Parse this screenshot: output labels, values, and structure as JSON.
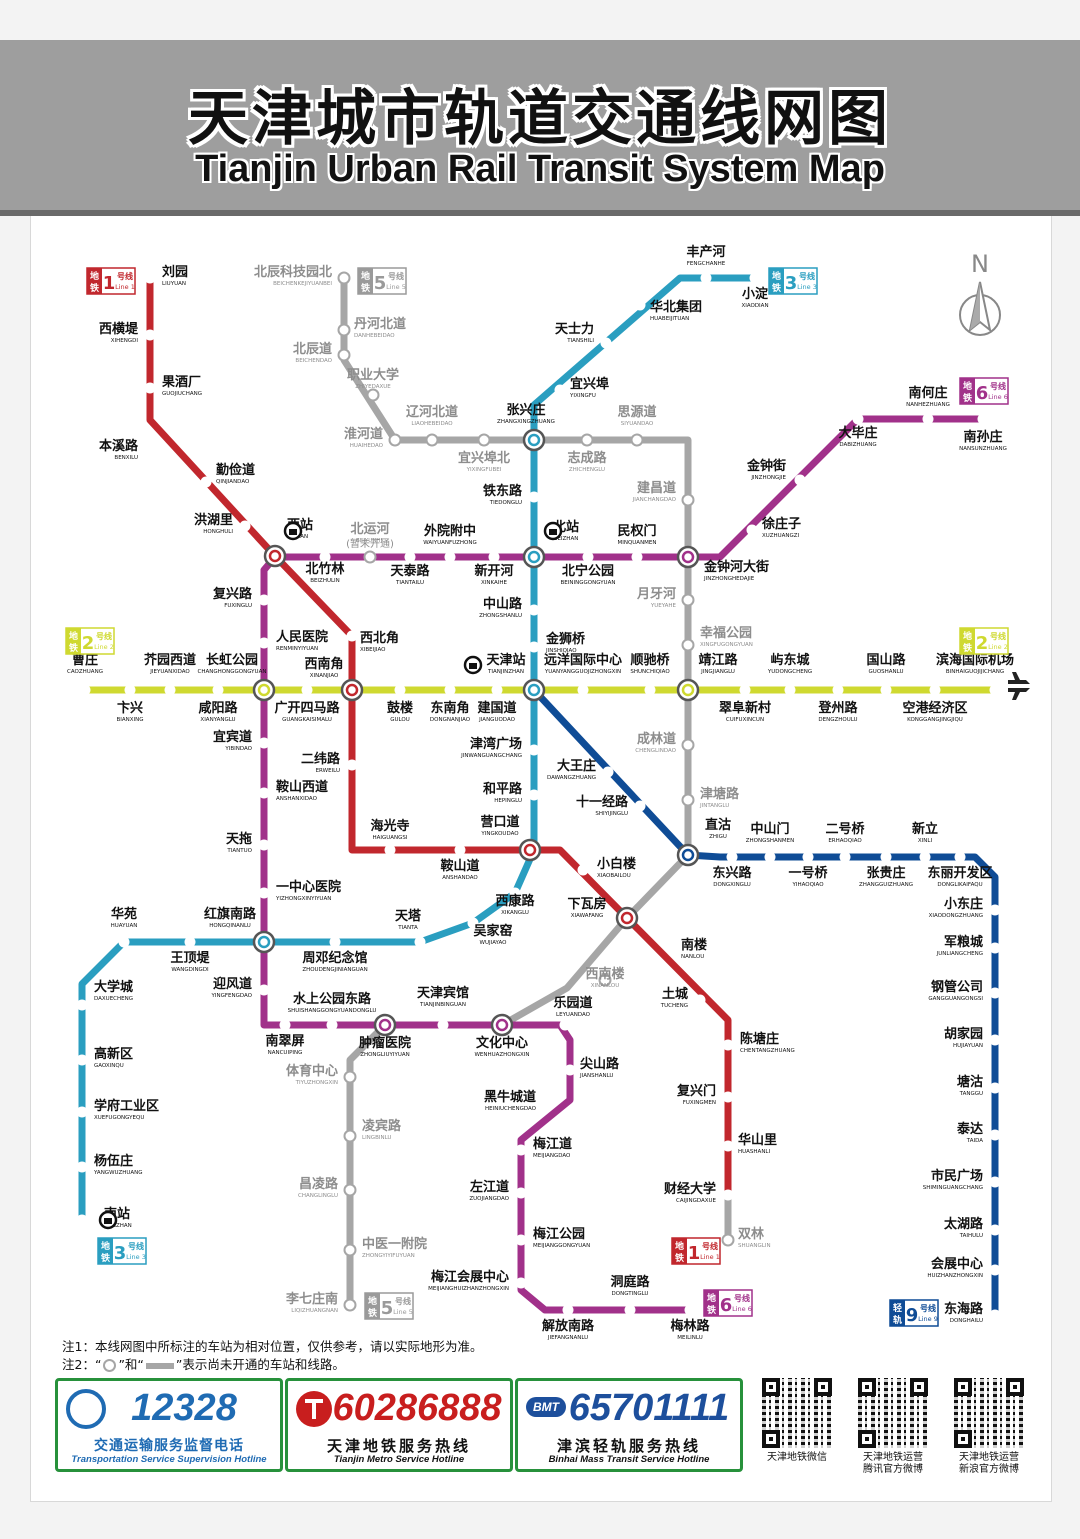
{
  "header": {
    "title_cn": "天津城市轨道交通线网图",
    "title_en": "Tianjin Urban Rail Transit System Map"
  },
  "compass": "N",
  "colors": {
    "line1": "#c1272d",
    "line2": "#cfd930",
    "line3": "#2a9ec0",
    "line5": "#9a9a9a",
    "line6": "#a1318a",
    "line9": "#0f4c96",
    "planned": "#a6a6a6"
  },
  "line_badges": [
    {
      "id": "l1-top",
      "num": "1",
      "cn_a": "地",
      "cn_b": "铁",
      "cn_c": "号线",
      "en": "Line 1",
      "color": "#c1272d"
    },
    {
      "id": "l5-top",
      "num": "5",
      "cn_a": "地",
      "cn_b": "铁",
      "cn_c": "号线",
      "en": "Line 5",
      "color": "#9a9a9a"
    },
    {
      "id": "l3-top",
      "num": "3",
      "cn_a": "地",
      "cn_b": "铁",
      "cn_c": "号线",
      "en": "Line 3",
      "color": "#2a9ec0"
    },
    {
      "id": "l6-top",
      "num": "6",
      "cn_a": "地",
      "cn_b": "铁",
      "cn_c": "号线",
      "en": "Line 6",
      "color": "#a1318a"
    },
    {
      "id": "l2-left",
      "num": "2",
      "cn_a": "地",
      "cn_b": "铁",
      "cn_c": "号线",
      "en": "Line 2",
      "color": "#cfd930"
    },
    {
      "id": "l2-right",
      "num": "2",
      "cn_a": "地",
      "cn_b": "铁",
      "cn_c": "号线",
      "en": "Line 2",
      "color": "#cfd930"
    },
    {
      "id": "l3-bottom",
      "num": "3",
      "cn_a": "地",
      "cn_b": "铁",
      "cn_c": "号线",
      "en": "Line 3",
      "color": "#2a9ec0"
    },
    {
      "id": "l5-bottom",
      "num": "5",
      "cn_a": "地",
      "cn_b": "铁",
      "cn_c": "号线",
      "en": "Line 5",
      "color": "#9a9a9a"
    },
    {
      "id": "l1-bottom",
      "num": "1",
      "cn_a": "地",
      "cn_b": "铁",
      "cn_c": "号线",
      "en": "Line 1",
      "color": "#c1272d"
    },
    {
      "id": "l6-bottom",
      "num": "6",
      "cn_a": "地",
      "cn_b": "铁",
      "cn_c": "号线",
      "en": "Line 6",
      "color": "#a1318a"
    },
    {
      "id": "l9-bottom",
      "num": "9",
      "cn_a": "轻",
      "cn_b": "轨",
      "cn_c": "号线",
      "en": "Line 9",
      "color": "#0f4c96"
    }
  ],
  "stations": [
    {
      "cn": "刘园",
      "en": "LIUYUAN"
    },
    {
      "cn": "西横堤",
      "en": "XIHENGDI"
    },
    {
      "cn": "果酒厂",
      "en": "GUOJIUCHANG"
    },
    {
      "cn": "本溪路",
      "en": "BENXILU"
    },
    {
      "cn": "勤俭道",
      "en": "QINJIANDAO"
    },
    {
      "cn": "洪湖里",
      "en": "HONGHULI"
    },
    {
      "cn": "西站",
      "en": "XIZHAN"
    },
    {
      "cn": "北竹林",
      "en": "BEIZHULIN"
    },
    {
      "cn": "西北角",
      "en": "XIBEIJIAO"
    },
    {
      "cn": "西南角",
      "en": "XINANJIAO"
    },
    {
      "cn": "二纬路",
      "en": "ERWEILU"
    },
    {
      "cn": "海光寺",
      "en": "HAIGUANGSI"
    },
    {
      "cn": "鞍山道",
      "en": "ANSHANDAO"
    },
    {
      "cn": "营口道",
      "en": "YINGKOUDAO"
    },
    {
      "cn": "小白楼",
      "en": "XIAOBAILOU"
    },
    {
      "cn": "下瓦房",
      "en": "XIAWAFANG"
    },
    {
      "cn": "南楼",
      "en": "NANLOU"
    },
    {
      "cn": "土城",
      "en": "TUCHENG"
    },
    {
      "cn": "陈塘庄",
      "en": "CHENTANGZHUANG"
    },
    {
      "cn": "复兴门",
      "en": "FUXINGMEN"
    },
    {
      "cn": "华山里",
      "en": "HUASHANLI"
    },
    {
      "cn": "财经大学",
      "en": "CAIJINGDAXUE"
    },
    {
      "cn": "双林",
      "en": "SHUANGLIN"
    },
    {
      "cn": "曹庄",
      "en": "CAOZHUANG"
    },
    {
      "cn": "卞兴",
      "en": "BIANXING"
    },
    {
      "cn": "芥园西道",
      "en": "JIEYUANXIDAO"
    },
    {
      "cn": "咸阳路",
      "en": "XIANYANGLU"
    },
    {
      "cn": "长虹公园",
      "en": "CHANGHONGGONGYUAN"
    },
    {
      "cn": "广开四马路",
      "en": "GUANGKAISIMALU"
    },
    {
      "cn": "鼓楼",
      "en": "GULOU"
    },
    {
      "cn": "东南角",
      "en": "DONGNANJIAO"
    },
    {
      "cn": "建国道",
      "en": "JIANGUODAO"
    },
    {
      "cn": "天津站",
      "en": "TIANJINZHAN"
    },
    {
      "cn": "远洋国际中心",
      "en": "YUANYANGGUOJIZHONGXIN"
    },
    {
      "cn": "顺驰桥",
      "en": "SHUNCHIQIAO"
    },
    {
      "cn": "靖江路",
      "en": "JINGJIANGLU"
    },
    {
      "cn": "翠阜新村",
      "en": "CUIFUXINCUN"
    },
    {
      "cn": "屿东城",
      "en": "YUDONGCHENG"
    },
    {
      "cn": "登州路",
      "en": "DENGZHOULU"
    },
    {
      "cn": "国山路",
      "en": "GUOSHANLU"
    },
    {
      "cn": "空港经济区",
      "en": "KONGGANGJINGJIQU"
    },
    {
      "cn": "滨海国际机场",
      "en": "BINHAIGUOJIJICHANG"
    },
    {
      "cn": "丰产河",
      "en": "FENGCHANHE"
    },
    {
      "cn": "小淀",
      "en": "XIAODIAN"
    },
    {
      "cn": "华北集团",
      "en": "HUABEIJITUAN"
    },
    {
      "cn": "天士力",
      "en": "TIANSHILI"
    },
    {
      "cn": "宜兴埠",
      "en": "YIXINGFU"
    },
    {
      "cn": "张兴庄",
      "en": "ZHANGXINGZHUANG"
    },
    {
      "cn": "铁东路",
      "en": "TIEDONGLU"
    },
    {
      "cn": "北站",
      "en": "BEIZHAN"
    },
    {
      "cn": "中山路",
      "en": "ZHONGSHANLU"
    },
    {
      "cn": "金狮桥",
      "en": "JINSHIQIAO"
    },
    {
      "cn": "津湾广场",
      "en": "JINWANGUANGCHANG"
    },
    {
      "cn": "和平路",
      "en": "HEPINGLU"
    },
    {
      "cn": "西康路",
      "en": "XIKANGLU"
    },
    {
      "cn": "吴家窑",
      "en": "WUJIAYAO"
    },
    {
      "cn": "天塔",
      "en": "TIANTA"
    },
    {
      "cn": "周邓纪念馆",
      "en": "ZHOUDENGJINIANGUAN"
    },
    {
      "cn": "红旗南路",
      "en": "HONGQINANLU"
    },
    {
      "cn": "王顶堤",
      "en": "WANGDINGDI"
    },
    {
      "cn": "华苑",
      "en": "HUAYUAN"
    },
    {
      "cn": "大学城",
      "en": "DAXUECHENG"
    },
    {
      "cn": "高新区",
      "en": "GAOXINQU"
    },
    {
      "cn": "学府工业区",
      "en": "XUEFUGONGYEQU"
    },
    {
      "cn": "杨伍庄",
      "en": "YANGWUZHUANG"
    },
    {
      "cn": "南站",
      "en": "NANZHAN"
    },
    {
      "cn": "南何庄",
      "en": "NANHEZHUANG"
    },
    {
      "cn": "南孙庄",
      "en": "NANSUNZHUANG"
    },
    {
      "cn": "大毕庄",
      "en": "DABIZHUANG"
    },
    {
      "cn": "金钟街",
      "en": "JINZHONGJIE"
    },
    {
      "cn": "徐庄子",
      "en": "XUZHUANGZI"
    },
    {
      "cn": "金钟河大街",
      "en": "JINZHONGHEDAJIE"
    },
    {
      "cn": "民权门",
      "en": "MINQUANMEN"
    },
    {
      "cn": "北宁公园",
      "en": "BEININGGONGYUAN"
    },
    {
      "cn": "新开河",
      "en": "XINKAIHE"
    },
    {
      "cn": "外院附中",
      "en": "WAIYUANFUZHONG"
    },
    {
      "cn": "天泰路",
      "en": "TIANTAILU"
    },
    {
      "cn": "复兴路",
      "en": "FUXINGLU"
    },
    {
      "cn": "人民医院",
      "en": "RENMINYIYUAN"
    },
    {
      "cn": "宜宾道",
      "en": "YIBINDAO"
    },
    {
      "cn": "鞍山西道",
      "en": "ANSHANXIDAO"
    },
    {
      "cn": "天拖",
      "en": "TIANTUO"
    },
    {
      "cn": "一中心医院",
      "en": "YIZHONGXINYIYUAN"
    },
    {
      "cn": "迎风道",
      "en": "YINGFENGDAO"
    },
    {
      "cn": "南翠屏",
      "en": "NANCUIPING"
    },
    {
      "cn": "水上公园东路",
      "en": "SHUISHANGGONGYUANDONGLU"
    },
    {
      "cn": "肿瘤医院",
      "en": "ZHONGLIUYIYUAN"
    },
    {
      "cn": "天津宾馆",
      "en": "TIANJINBINGUAN"
    },
    {
      "cn": "文化中心",
      "en": "WENHUAZHONGXIN"
    },
    {
      "cn": "乐园道",
      "en": "LEYUANDAO"
    },
    {
      "cn": "尖山路",
      "en": "JIANSHANLU"
    },
    {
      "cn": "黑牛城道",
      "en": "HEINIUCHENGDAO"
    },
    {
      "cn": "梅江道",
      "en": "MEIJIANGDAO"
    },
    {
      "cn": "左江道",
      "en": "ZUOJIANGDAO"
    },
    {
      "cn": "梅江公园",
      "en": "MEIJIANGGONGYUAN"
    },
    {
      "cn": "梅江会展中心",
      "en": "MEIJIANGHUIZHANZHONGXIN"
    },
    {
      "cn": "解放南路",
      "en": "JIEFANGNANLU"
    },
    {
      "cn": "洞庭路",
      "en": "DONGTINGLU"
    },
    {
      "cn": "梅林路",
      "en": "MEILINLU"
    },
    {
      "cn": "北辰科技园北",
      "en": "BEICHENKEJIYUANBEI"
    },
    {
      "cn": "丹河北道",
      "en": "DANHEBEIDAO"
    },
    {
      "cn": "北辰道",
      "en": "BEICHENDAO"
    },
    {
      "cn": "职业大学",
      "en": "ZHIYEDAXUE"
    },
    {
      "cn": "淮河道",
      "en": "HUAIHEDAO"
    },
    {
      "cn": "辽河北道",
      "en": "LIAOHEBEIDAO"
    },
    {
      "cn": "宜兴埠北",
      "en": "YIXINGFUBEI"
    },
    {
      "cn": "志成路",
      "en": "ZHICHENGLU"
    },
    {
      "cn": "思源道",
      "en": "SIYUANDAO"
    },
    {
      "cn": "建昌道",
      "en": "JIANCHANGDAO"
    },
    {
      "cn": "月牙河",
      "en": "YUEYAHE"
    },
    {
      "cn": "幸福公园",
      "en": "XINGFUGONGYUAN"
    },
    {
      "cn": "成林道",
      "en": "CHENGLINDAO"
    },
    {
      "cn": "津塘路",
      "en": "JINTANGLU"
    },
    {
      "cn": "十一经路",
      "en": "SHIYIJINGLU"
    },
    {
      "cn": "大王庄",
      "en": "DAWANGZHUANG"
    },
    {
      "cn": "直沽",
      "en": "ZHIGU"
    },
    {
      "cn": "西南楼",
      "en": "XINANLOU"
    },
    {
      "cn": "体育中心",
      "en": "TIYUZHONGXIN"
    },
    {
      "cn": "凌宾路",
      "en": "LINGBINLU"
    },
    {
      "cn": "昌凌路",
      "en": "CHANGLINGLU"
    },
    {
      "cn": "中医一附院",
      "en": "ZHONGYIYIFUYUAN"
    },
    {
      "cn": "李七庄南",
      "en": "LIQIZHUANGNAN"
    },
    {
      "cn": "北运河",
      "en": "BEIYUNHE"
    },
    {
      "cn": "东兴路",
      "en": "DONGXINGLU"
    },
    {
      "cn": "中山门",
      "en": "ZHONGSHANMEN"
    },
    {
      "cn": "一号桥",
      "en": "YIHAOQIAO"
    },
    {
      "cn": "二号桥",
      "en": "ERHAOQIAO"
    },
    {
      "cn": "张贵庄",
      "en": "ZHANGGUIZHUANG"
    },
    {
      "cn": "新立",
      "en": "XINLI"
    },
    {
      "cn": "东丽开发区",
      "en": "DONGLIKAIFAQU"
    },
    {
      "cn": "小东庄",
      "en": "XIAODONGZHUANG"
    },
    {
      "cn": "军粮城",
      "en": "JUNLIANGCHENG"
    },
    {
      "cn": "钢管公司",
      "en": "GANGGUANGONGSI"
    },
    {
      "cn": "胡家园",
      "en": "HUJIAYUAN"
    },
    {
      "cn": "塘沽",
      "en": "TANGGU"
    },
    {
      "cn": "泰达",
      "en": "TAIDA"
    },
    {
      "cn": "市民广场",
      "en": "SHIMINGUANGCHANG"
    },
    {
      "cn": "太湖路",
      "en": "TAIHULU"
    },
    {
      "cn": "会展中心",
      "en": "HUIZHANZHONGXIN"
    },
    {
      "cn": "东海路",
      "en": "DONGHAILU"
    }
  ],
  "not_open_note": "(暂未开通)",
  "notes": {
    "note1": "注1：本线网图中所标注的车站为相对位置，仅供参考，请以实际地形为准。",
    "note2_a": "注2：“",
    "note2_b": "”和“",
    "note2_c": "”表示尚未开通的车站和线路。"
  },
  "hotlines": [
    {
      "number": "12328",
      "cn": "交通运输服务监督电话",
      "en": "Transportation Service Supervision Hotline",
      "color": "#27913b"
    },
    {
      "number": "60286888",
      "cn": "天津地铁服务热线",
      "en": "Tianjin Metro Service Hotline",
      "color": "#c81e1e"
    },
    {
      "number": "65701111",
      "cn": "津滨轻轨服务热线",
      "en": "Binhai Mass Transit Service Hotline",
      "color": "#1d4f9c"
    }
  ],
  "hotline_logo_text": "BMT",
  "qr_codes": [
    {
      "caption": "天津地铁微信"
    },
    {
      "caption": "天津地铁运营腾讯官方微博"
    },
    {
      "caption": "天津地铁运营新浪官方微博"
    }
  ]
}
